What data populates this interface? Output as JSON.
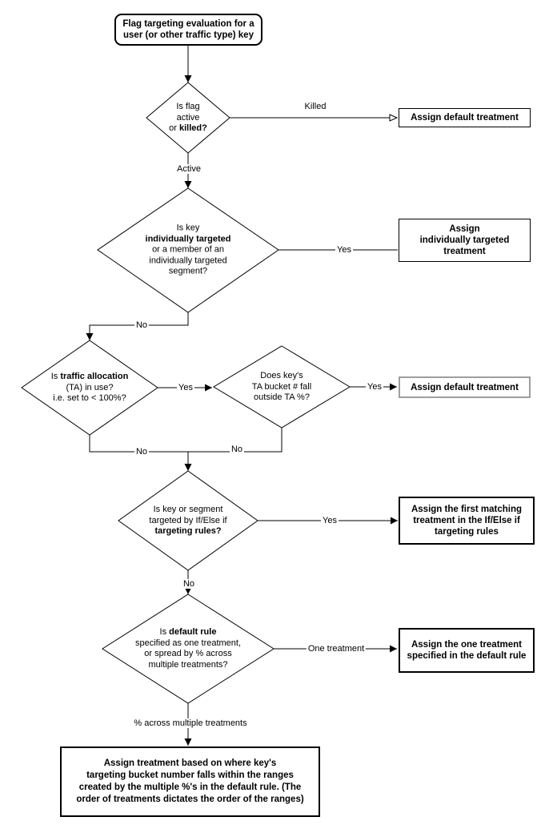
{
  "colors": {
    "line": "#000000",
    "border": "#000000",
    "alt_border": "#9e9e9e",
    "background": "#ffffff",
    "text": "#000000"
  },
  "start": {
    "l1": "Flag targeting evaluation for a",
    "l2": "user (or other traffic type) key"
  },
  "decisions": {
    "flag_active": {
      "l1": "Is flag",
      "l2": "active",
      "l3a": "or ",
      "l3b": "killed?"
    },
    "individually_targeted": {
      "l1": "Is key",
      "l2": "individually targeted",
      "l3": "or a member of an",
      "l4": "individually targeted",
      "l5": "segment?"
    },
    "traffic_allocation": {
      "l1a": "Is ",
      "l1b": "traffic allocation",
      "l2": "(TA) in use?",
      "l3": "i.e. set to < 100%?"
    },
    "ta_bucket": {
      "l1": "Does key's",
      "l2": "TA bucket # fall",
      "l3": "outside TA %?"
    },
    "targeting_rules": {
      "l1": "Is key or segment",
      "l2": "targeted by If/Else if",
      "l3": "targeting rules?"
    },
    "default_rule": {
      "l1a": "Is ",
      "l1b": "default rule",
      "l2": "specified as one treatment,",
      "l3": "or spread by % across",
      "l4": "multiple treatments?"
    }
  },
  "results": {
    "default1": {
      "l1": "Assign default treatment"
    },
    "individual": {
      "l1": "Assign",
      "l2": "individually targeted",
      "l3": "treatment"
    },
    "default2": {
      "l1": "Assign default treatment"
    },
    "first_match": {
      "l1": "Assign the first matching",
      "l2": "treatment in the If/Else if",
      "l3": "targeting rules"
    },
    "one_treatment": {
      "l1": "Assign the one treatment",
      "l2": "specified in the default rule"
    },
    "bucket_ranges": {
      "l1": "Assign treatment based on where key's",
      "l2": "targeting bucket number falls within the ranges",
      "l3": "created by the multiple %'s in the default rule. (The",
      "l4": "order of treatments dictates the order of the ranges)"
    }
  },
  "labels": {
    "killed": "Killed",
    "active": "Active",
    "yes_individual": "Yes",
    "no_individual": "No",
    "yes_ta": "Yes",
    "yes_bucket": "Yes",
    "no_ta": "No",
    "no_bucket": "No",
    "yes_rules": "Yes",
    "no_rules": "No",
    "one_treatment": "One treatment",
    "pct_across": "% across multiple treatments"
  }
}
